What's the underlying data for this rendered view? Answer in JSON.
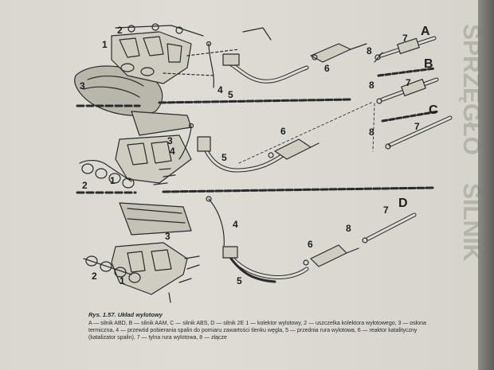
{
  "figure": {
    "caption_title": "Rys. 1.57. Układ wylotowy",
    "caption_body": "A — silnik ABD, B — silnik AAM, C — silnik ABS, D — silnik 2E\n1 — kolektor wylotowy, 2 — uszczelka kolektora wylotowego, 3 — osłona termiczna, 4 — przewód pobierania spalin do pomiaru zawartości tlenku węgla, 5 — przednia rura wylotowa, 6 — reaktor katalityczny (katalizator spalin), 7 — tylna rura wylotowa, 8 — złącze"
  },
  "variants": {
    "a": "A",
    "b": "B",
    "c": "C",
    "d": "D"
  },
  "callouts": {
    "s1_2": "2",
    "s1_1": "1",
    "s1_3": "3",
    "s1_4": "4",
    "s1_5": "5",
    "s1_6": "6",
    "s1_8": "8",
    "s1_7": "7",
    "b_8": "8",
    "b_7": "7",
    "c_8": "8",
    "c_7": "7",
    "s2_3": "3",
    "s2_4": "4",
    "s2_5": "5",
    "s2_6": "6",
    "s2_2": "2",
    "s2_1": "1",
    "s3_7": "7",
    "s3_8": "8",
    "s3_6": "6",
    "s3_3": "3",
    "s3_4": "4",
    "s3_2": "2",
    "s3_1": "1",
    "s3_5": "5"
  },
  "bleed_text": {
    "left": "SPRZĘGŁO",
    "right": "SILNIK"
  }
}
